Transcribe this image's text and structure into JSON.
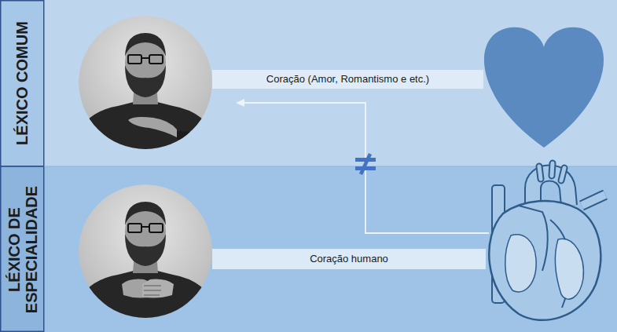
{
  "diagram": {
    "nodes": [
      {
        "text": [
          "LÉXICO COMUM"
        ]
      },
      {
        "text": [
          "Coração (Amor, Romantismo e etc.)"
        ]
      },
      {
        "text": [
          "LÉXICO DE ESPECIALIDADE"
        ]
      },
      {
        "text": [
          "Coração humano"
        ]
      }
    ]
  }
}
